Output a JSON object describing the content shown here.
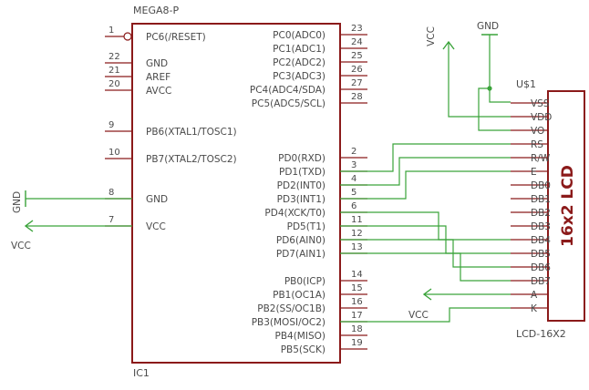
{
  "ic1": {
    "part": "MEGA8-P",
    "ref": "IC1",
    "left_pins": [
      {
        "num": "1",
        "name": "PC6(/RESET)"
      },
      {
        "num": "22",
        "name": "GND"
      },
      {
        "num": "21",
        "name": "AREF"
      },
      {
        "num": "20",
        "name": "AVCC"
      },
      {
        "num": "9",
        "name": "PB6(XTAL1/TOSC1)"
      },
      {
        "num": "10",
        "name": "PB7(XTAL2/TOSC2)"
      },
      {
        "num": "8",
        "name": "GND"
      },
      {
        "num": "7",
        "name": "VCC"
      }
    ],
    "right_pins": [
      {
        "num": "23",
        "name": "PC0(ADC0)"
      },
      {
        "num": "24",
        "name": "PC1(ADC1)"
      },
      {
        "num": "25",
        "name": "PC2(ADC2)"
      },
      {
        "num": "26",
        "name": "PC3(ADC3)"
      },
      {
        "num": "27",
        "name": "PC4(ADC4/SDA)"
      },
      {
        "num": "28",
        "name": "PC5(ADC5/SCL)"
      },
      {
        "num": "2",
        "name": "PD0(RXD)"
      },
      {
        "num": "3",
        "name": "PD1(TXD)"
      },
      {
        "num": "4",
        "name": "PD2(INT0)"
      },
      {
        "num": "5",
        "name": "PD3(INT1)"
      },
      {
        "num": "6",
        "name": "PD4(XCK/T0)"
      },
      {
        "num": "11",
        "name": "PD5(T1)"
      },
      {
        "num": "12",
        "name": "PD6(AIN0)"
      },
      {
        "num": "13",
        "name": "PD7(AIN1)"
      },
      {
        "num": "14",
        "name": "PB0(ICP)"
      },
      {
        "num": "15",
        "name": "PB1(OC1A)"
      },
      {
        "num": "16",
        "name": "PB2(SS/OC1B)"
      },
      {
        "num": "17",
        "name": "PB3(MOSI/OC2)"
      },
      {
        "num": "18",
        "name": "PB4(MISO)"
      },
      {
        "num": "19",
        "name": "PB5(SCK)"
      }
    ]
  },
  "lcd": {
    "ref": "U$1",
    "part": "LCD-16X2",
    "title": "16x2 LCD",
    "pins": [
      "VSS",
      "VDD",
      "VO",
      "RS",
      "R/W",
      "E",
      "DB0",
      "DB1",
      "DB2",
      "DB3",
      "DB4",
      "DB5",
      "DB6",
      "DB7",
      "A",
      "K"
    ]
  },
  "power": {
    "gnd_left": "GND",
    "vcc_left": "VCC",
    "vcc_top": "VCC",
    "gnd_top": "GND",
    "vcc_lcd": "VCC"
  },
  "colors": {
    "symbol": "#8b1a1a",
    "wire": "#3aa33a",
    "text": "#4a4a4a"
  }
}
